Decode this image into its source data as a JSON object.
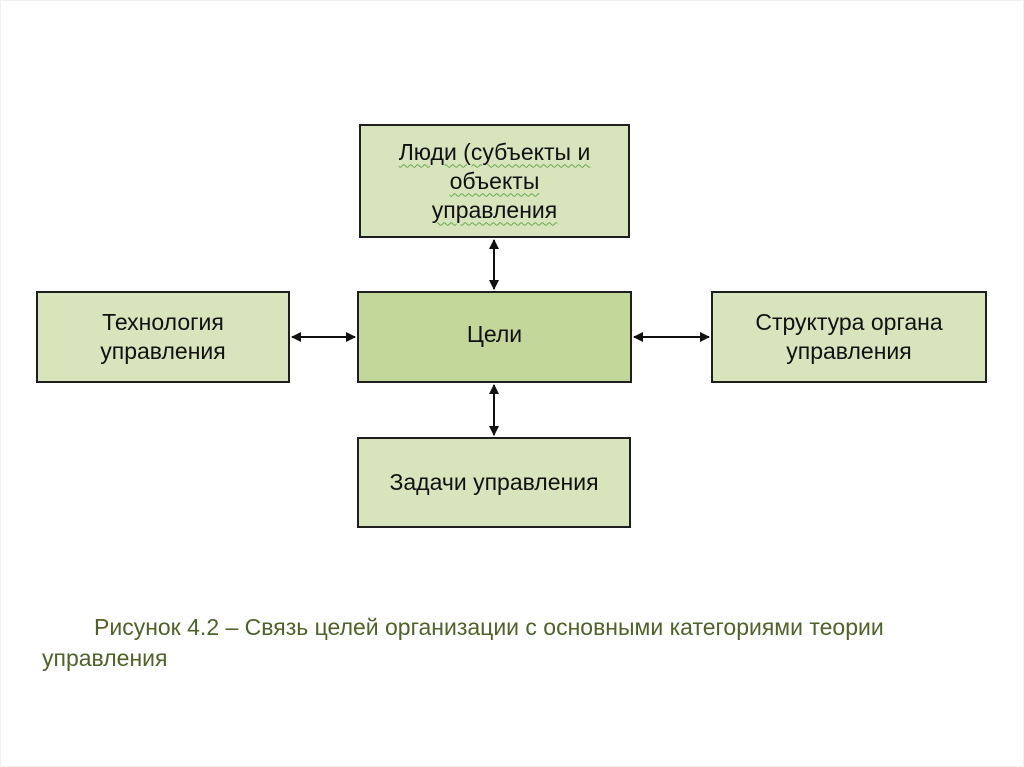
{
  "diagram": {
    "nodes": {
      "top": {
        "lines": [
          "Люди (субъекты и",
          "объекты",
          "управления"
        ]
      },
      "left": {
        "lines": [
          "Технология",
          "управления"
        ]
      },
      "center": {
        "lines": [
          "Цели"
        ]
      },
      "right": {
        "lines": [
          "Структура органа",
          "управления"
        ]
      },
      "bottom": {
        "lines": [
          "Задачи управления"
        ]
      }
    },
    "edges": [
      {
        "from": "center",
        "to": "top",
        "direction": "both"
      },
      {
        "from": "center",
        "to": "left",
        "direction": "both"
      },
      {
        "from": "center",
        "to": "right",
        "direction": "both"
      },
      {
        "from": "center",
        "to": "bottom",
        "direction": "both"
      }
    ],
    "colors": {
      "node_fill": "#d8e4bc",
      "center_fill": "#c4d79b",
      "border": "#1f1f1f",
      "caption": "#4f6228"
    }
  },
  "caption": {
    "line1": "Рисунок 4.2 – Связь целей организации с основными категориями теории",
    "line2": "управления"
  }
}
